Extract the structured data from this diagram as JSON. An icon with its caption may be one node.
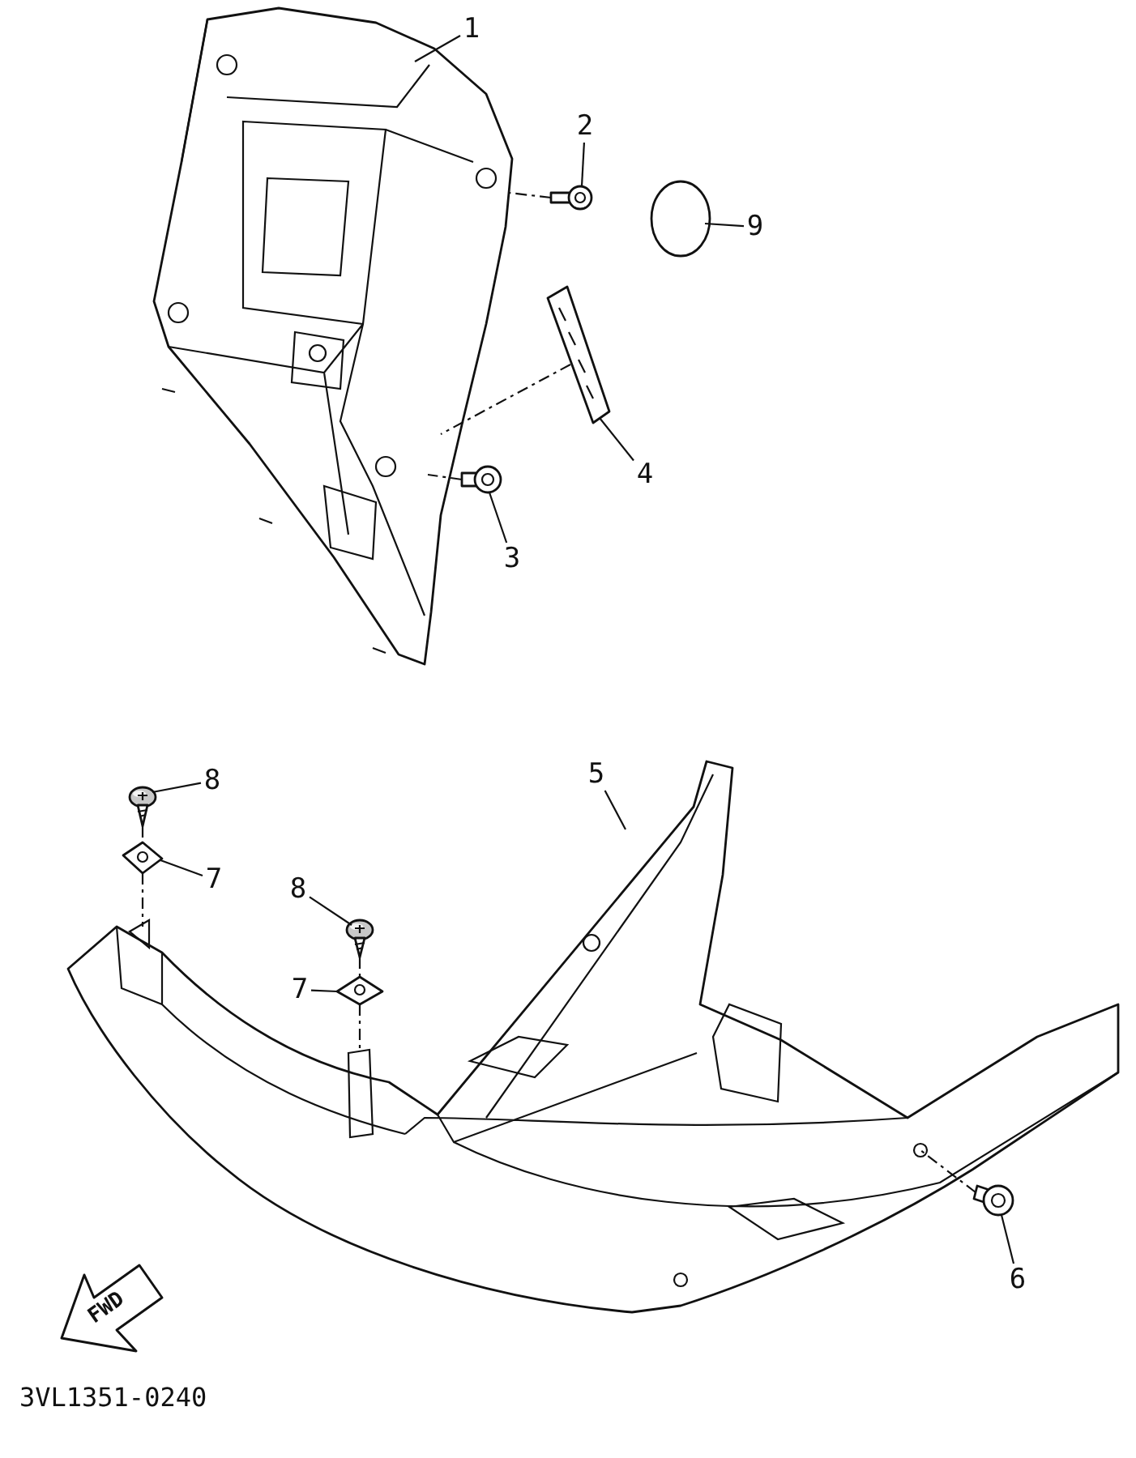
{
  "diagram": {
    "nodes": [
      {
        "text": [
          "1"
        ]
      },
      {
        "text": [],
        "shape": "picture"
      },
      {
        "text": [
          "2"
        ]
      },
      {
        "text": [],
        "shape": "picture"
      },
      {
        "text": [
          "9"
        ]
      },
      {
        "text": [],
        "shape": "circle"
      },
      {
        "text": [
          "4"
        ]
      },
      {
        "text": [],
        "shape": "picture"
      },
      {
        "text": [
          "3"
        ]
      },
      {
        "text": [],
        "shape": "picture"
      },
      {
        "text": [
          "8"
        ]
      },
      {
        "text": [],
        "shape": "picture"
      },
      {
        "text": [
          "7"
        ]
      },
      {
        "text": [],
        "shape": "picture"
      },
      {
        "text": [
          "8"
        ]
      },
      {
        "text": [],
        "shape": "picture"
      },
      {
        "text": [
          "7"
        ]
      },
      {
        "text": [],
        "shape": "picture"
      },
      {
        "text": [
          "5"
        ]
      },
      {
        "text": [],
        "shape": "picture"
      },
      {
        "text": [
          "6"
        ]
      },
      {
        "text": [],
        "shape": "picture"
      }
    ],
    "edges": [
      {
        "from": 0,
        "to": 1,
        "arrow": "none"
      },
      {
        "from": 2,
        "to": 3,
        "arrow": "none"
      },
      {
        "from": 4,
        "to": 5,
        "arrow": "none"
      },
      {
        "from": 6,
        "to": 7,
        "arrow": "none"
      },
      {
        "from": 8,
        "to": 9,
        "arrow": "none"
      },
      {
        "from": 10,
        "to": 11,
        "arrow": "none"
      },
      {
        "from": 12,
        "to": 13,
        "arrow": "none"
      },
      {
        "from": 14,
        "to": 15,
        "arrow": "none"
      },
      {
        "from": 16,
        "to": 17,
        "arrow": "none"
      },
      {
        "from": 18,
        "to": 19,
        "arrow": "none"
      },
      {
        "from": 20,
        "to": 21,
        "arrow": "none"
      },
      {
        "from": 3,
        "to": 1,
        "arrow": "none",
        "style": "dashed"
      },
      {
        "from": 7,
        "to": 1,
        "arrow": "none",
        "style": "dashed"
      },
      {
        "from": 9,
        "to": 1,
        "arrow": "none",
        "style": "dashed"
      },
      {
        "from": 11,
        "to": 13,
        "arrow": "none",
        "style": "dashed"
      },
      {
        "from": 13,
        "to": 19,
        "arrow": "none",
        "style": "dashed"
      },
      {
        "from": 15,
        "to": 17,
        "arrow": "none",
        "style": "dashed"
      },
      {
        "from": 17,
        "to": 19,
        "arrow": "none",
        "style": "dashed"
      },
      {
        "from": 21,
        "to": 19,
        "arrow": "none",
        "style": "dashed"
      }
    ],
    "labels": [
      "FWD",
      "3VL1351-0240"
    ]
  }
}
